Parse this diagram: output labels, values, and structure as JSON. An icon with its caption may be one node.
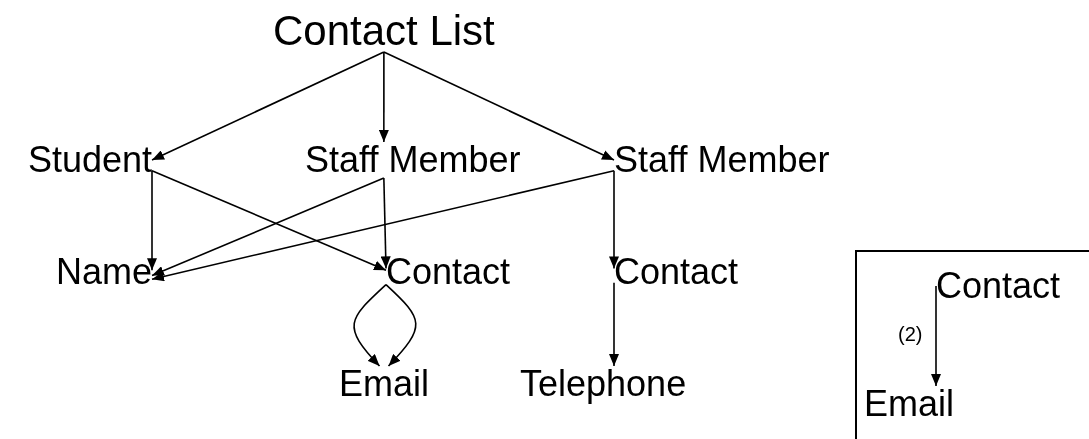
{
  "diagram": {
    "nodes": [
      {
        "text": [
          "Contact List"
        ]
      },
      {
        "text": [
          "Student"
        ]
      },
      {
        "text": [
          "Staff Member"
        ]
      },
      {
        "text": [
          "Staff Member"
        ]
      },
      {
        "text": [
          "Name"
        ]
      },
      {
        "text": [
          "Contact"
        ]
      },
      {
        "text": [
          "Contact"
        ]
      },
      {
        "text": [
          "Email"
        ]
      },
      {
        "text": [
          "Telephone"
        ]
      },
      {
        "text": [],
        "shape": "box"
      },
      {
        "text": [
          "Contact"
        ],
        "in": 9
      },
      {
        "text": [
          "Email"
        ],
        "in": 9
      }
    ],
    "edges": [
      {
        "from": 0,
        "to": 1,
        "arrow": "to"
      },
      {
        "from": 0,
        "to": 2,
        "arrow": "to"
      },
      {
        "from": 0,
        "to": 3,
        "arrow": "to"
      },
      {
        "from": 1,
        "to": 4,
        "arrow": "to"
      },
      {
        "from": 1,
        "to": 5,
        "arrow": "to"
      },
      {
        "from": 2,
        "to": 4,
        "arrow": "to"
      },
      {
        "from": 2,
        "to": 5,
        "arrow": "to"
      },
      {
        "from": 3,
        "to": 4,
        "arrow": "to"
      },
      {
        "from": 3,
        "to": 6,
        "arrow": "to"
      },
      {
        "from": 5,
        "to": 7,
        "arrow": "to"
      },
      {
        "from": 5,
        "to": 7,
        "arrow": "to"
      },
      {
        "from": 6,
        "to": 8,
        "arrow": "to"
      },
      {
        "from": 10,
        "to": 11,
        "arrow": "to",
        "label": "(2)"
      }
    ]
  }
}
